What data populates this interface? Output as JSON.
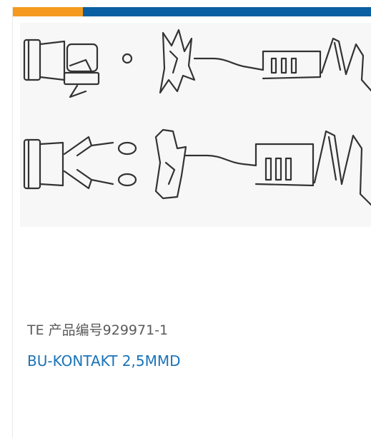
{
  "colors": {
    "accent_orange": "#f39a1f",
    "accent_blue": "#0b5fa3",
    "title_link": "#1a73b8",
    "part_number_text": "#5a5a5a"
  },
  "product": {
    "image_icon": "crimp-contact-drawing",
    "part_number_text": "TE 产品编号929971-1",
    "title": "BU-KONTAKT 2,5MMD"
  }
}
